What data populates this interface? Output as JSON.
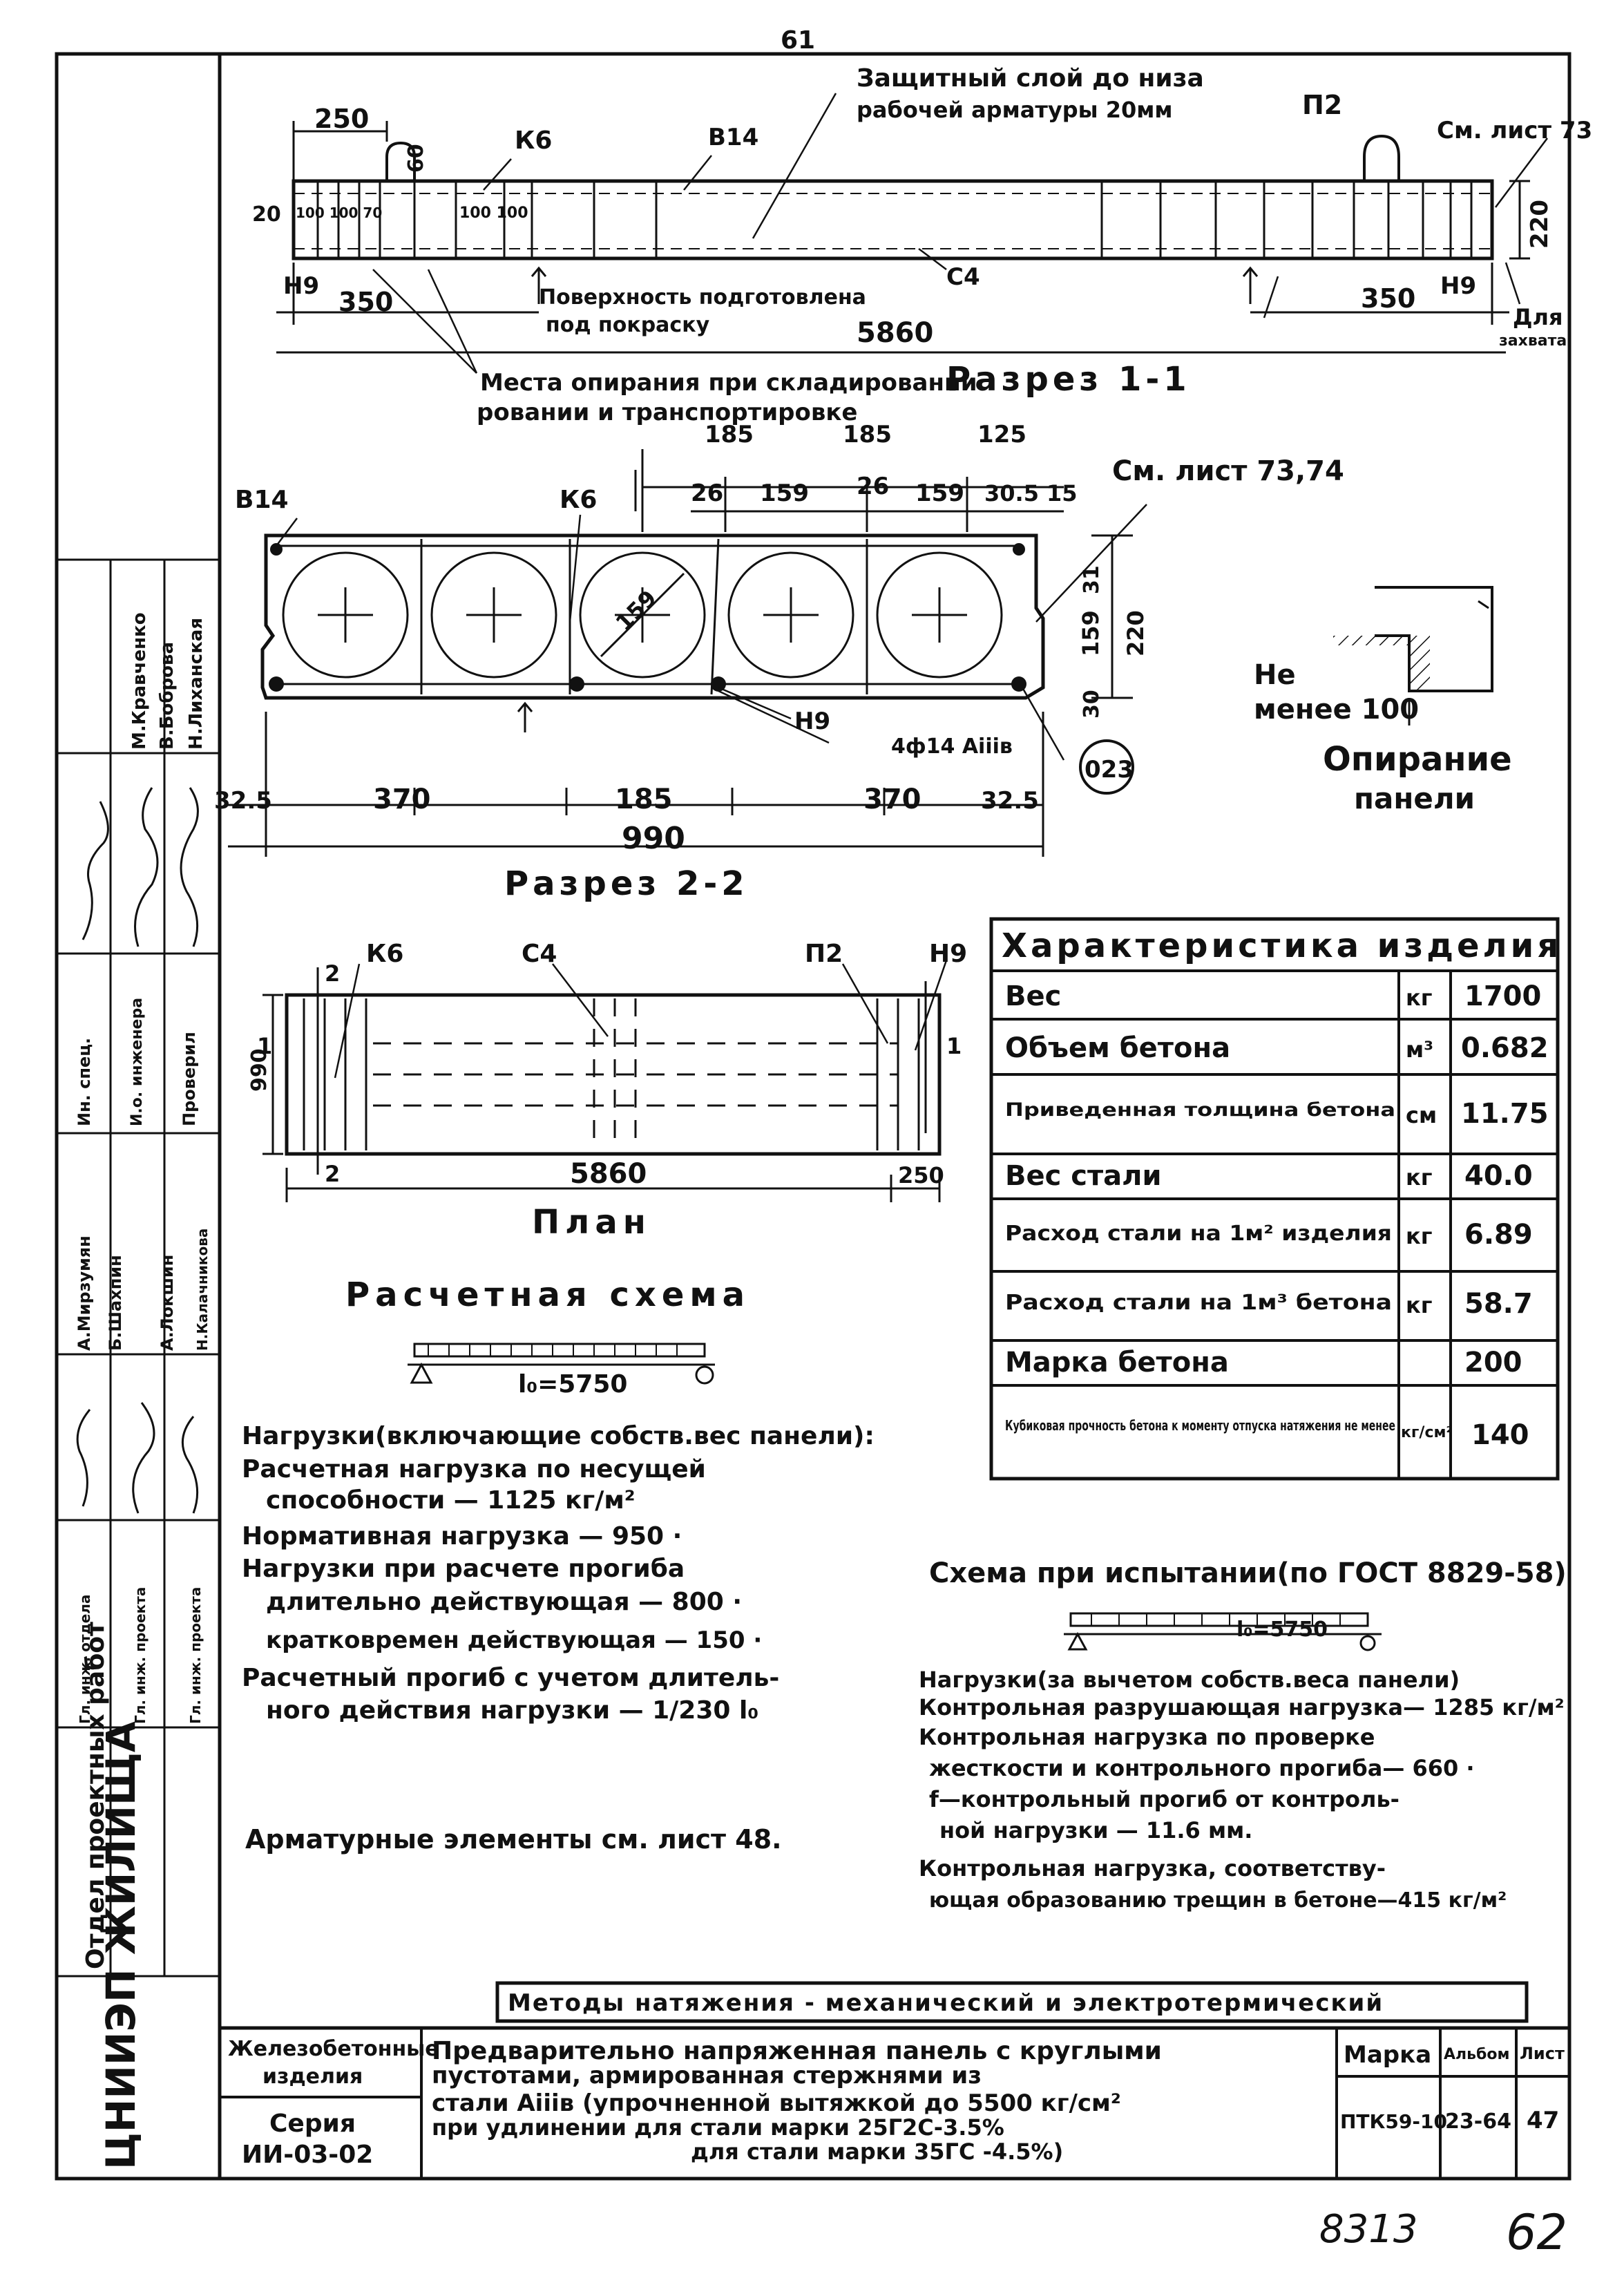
{
  "page_number_top": "61",
  "corner_numbers": {
    "doc": "8313",
    "page": "62"
  },
  "section1": {
    "note_protective_layer_line1": "Защитный слой до низа",
    "note_protective_layer_line2": "рабочей арматуры 20мм",
    "label_p2": "П2",
    "see_sheet": "См. лист 73",
    "dim_250": "250",
    "dim_60": "60",
    "label_k6": "К6",
    "label_v14": "В14",
    "dim_20": "20",
    "dims_small": "100 100 70",
    "dims_small2": "100 100",
    "label_n9_left": "Н9",
    "label_n9_right": "Н9",
    "dim_350_left": "350",
    "dim_350_right": "350",
    "surface_note_line1": "Поверхность подготовлена",
    "surface_note_line2": "под покраску",
    "label_c4": "С4",
    "dim_5860": "5860",
    "dim_220": "220",
    "grip_note_line1": "Для",
    "grip_note_line2": "захвата",
    "support_note_line1": "Места опирания при складировании",
    "support_note_line2": "ровании и транспортировке",
    "title": "Разрез 1-1"
  },
  "section2": {
    "see_sheets": "См. лист 73,74",
    "dims_top": [
      "185",
      "185",
      "125"
    ],
    "dims_top2": [
      "26",
      "159",
      "26",
      "159",
      "30.5",
      "15"
    ],
    "label_v14": "В14",
    "label_k6": "К6",
    "dim_159_diag": "159",
    "dims_right": [
      "31",
      "159",
      "220",
      "30"
    ],
    "label_n9": "Н9",
    "rebar": "4ф14 Аiiiв",
    "circle_tag": "023",
    "dims_bottom": [
      "32.5",
      "370",
      "185",
      "370",
      "32.5"
    ],
    "dim_990": "990",
    "title": "Разрез 2-2"
  },
  "support_detail": {
    "min_line1": "Не",
    "min_line2": "менее 100",
    "caption_line1": "Опирание",
    "caption_line2": "панели"
  },
  "plan": {
    "label_k6": "К6",
    "label_c4": "С4",
    "label_p2": "П2",
    "label_n9": "Н9",
    "mark_2_top": "2",
    "mark_2_bottom": "2",
    "mark_1_left": "1",
    "mark_1_right": "1",
    "dim_990": "990",
    "dim_5860": "5860",
    "dim_250": "250",
    "title": "План"
  },
  "characteristics": {
    "title": "Характеристика изделия",
    "rows": [
      {
        "name": "Вес",
        "unit": "кг",
        "value": "1700"
      },
      {
        "name": "Объем бетона",
        "unit": "м³",
        "value": "0.682"
      },
      {
        "name": "Приведенная толщина бетона",
        "unit": "см",
        "value": "11.75"
      },
      {
        "name": "Вес стали",
        "unit": "кг",
        "value": "40.0"
      },
      {
        "name": "Расход стали на 1м² изделия",
        "unit": "кг",
        "value": "6.89"
      },
      {
        "name": "Расход стали на 1м³ бетона",
        "unit": "кг",
        "value": "58.7"
      },
      {
        "name": "Марка бетона",
        "unit": "",
        "value": "200"
      },
      {
        "name": "Кубиковая прочность бетона к моменту отпуска натяжения не менее",
        "unit": "кг/см²",
        "value": "140"
      }
    ]
  },
  "calc_scheme": {
    "title": "Расчетная схема",
    "span": "l₀=5750",
    "loads_title": "Нагрузки(включающие собств.вес панели):",
    "lines": [
      "Расчетная нагрузка по несущей",
      "способности — 1125 кг/м²",
      "Нормативная нагрузка — 950 ·",
      "Нагрузки при расчете прогиба",
      "длительно действующая — 800 ·",
      "кратковремен действующая — 150 ·",
      "Расчетный прогиб с учетом длитель-",
      "ного действия нагрузки — 1/230 l₀"
    ]
  },
  "test_scheme": {
    "title": "Схема при испытании(по ГОСТ 8829-58)",
    "span": "l₀=5750",
    "lines": [
      "Нагрузки(за вычетом собств.веса панели)",
      "Контрольная разрушающая нагрузка— 1285 кг/м²",
      "Контрольная нагрузка по проверке",
      "жесткости и контрольного прогиба— 660 ·",
      "f—контрольный прогиб от контроль-",
      "ной нагрузки — 11.6 мм.",
      "Контрольная нагрузка, соответству-",
      "ющая образованию трещин в бетоне—415 кг/м²"
    ]
  },
  "rebar_note": "Арматурные элементы см. лист 48.",
  "tension_methods": "Методы натяжения - механический и электротермический",
  "title_block": {
    "org": "ЦНИИЭП ЖИЛИЩА",
    "dept": "Отдел проектных работ",
    "category_line1": "Железобетонные",
    "category_line2": "изделия",
    "series_label": "Серия",
    "series": "ИИ-03-02",
    "description_line1": "Предварительно напряженная панель с круглыми",
    "description_line2": "пустотами, армированная стержнями из",
    "description_line3": "стали Aiiiв (упрочненной вытяжкой до 5500 кг/см²",
    "description_line4": "при удлинении для стали марки 25Г2С-3.5%",
    "description_line5": "для стали марки 35ГС -4.5%)",
    "mark_label": "Марка",
    "album_label": "Альбом",
    "sheet_label": "Лист",
    "mark": "ПТК59-10",
    "album": "23-64",
    "sheet": "47"
  },
  "signature_strip": {
    "names_col1": [
      "М.Кравченко",
      "В.Боброва",
      "Н.Лиханская"
    ],
    "roles_col": [
      "Ин. спец.",
      "И.о. инженера",
      "Проверил"
    ],
    "names_col2": [
      "А.Мирзумян",
      "Б.Шахпин",
      "А.Локшин",
      "Н.Калачникова"
    ],
    "roles_col2": [
      "Гл. инж. отдела",
      "Гл. инж. проекта",
      "Гл. инж. проекта"
    ]
  }
}
